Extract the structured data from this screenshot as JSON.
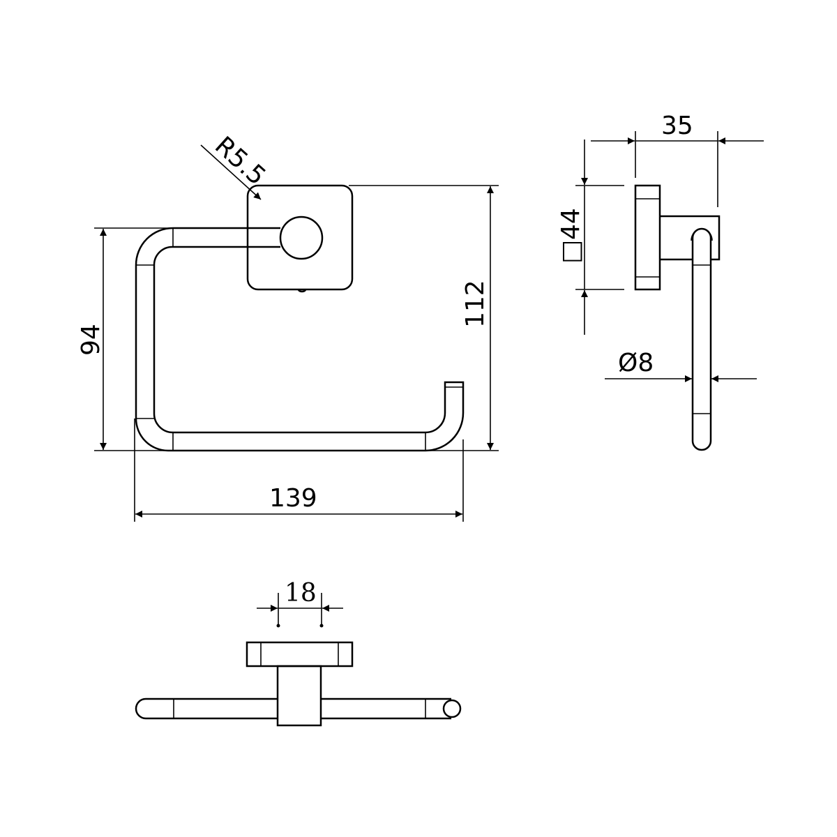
{
  "dimensions": {
    "front_radius": "R5.5",
    "front_height_bar": "94",
    "front_height_total": "112",
    "front_width": "139",
    "side_depth": "35",
    "side_plate": "□44",
    "side_rod_diameter": "Ø8",
    "top_spacing": "18"
  },
  "colors": {
    "line": "#000000",
    "background": "#ffffff"
  }
}
